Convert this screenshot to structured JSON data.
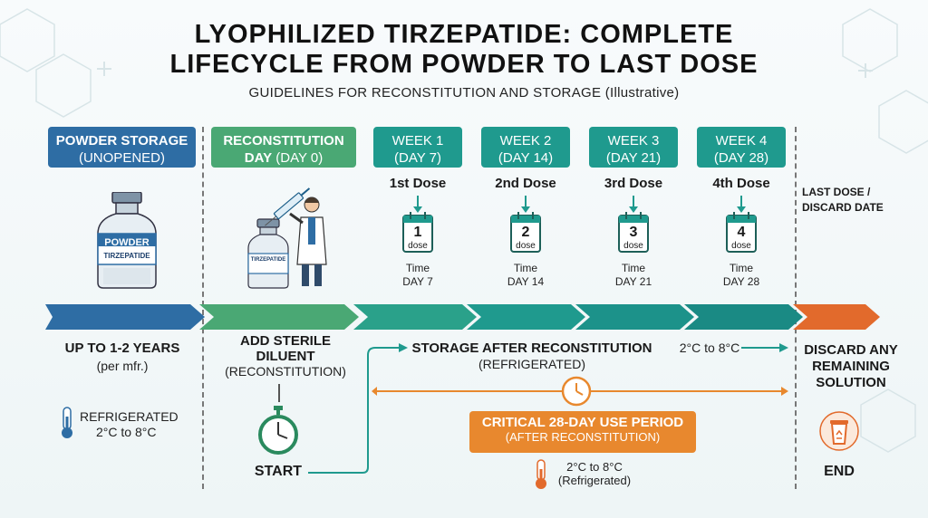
{
  "header": {
    "title_line1": "LYOPHILIZED TIRZEPATIDE: COMPLETE",
    "title_line2": "LIFECYCLE FROM POWDER TO LAST DOSE",
    "subtitle": "GUIDELINES FOR RECONSTITUTION AND STORAGE (Illustrative)"
  },
  "phases": {
    "powder": {
      "line1": "POWDER STORAGE",
      "line2": "(UNOPENED)"
    },
    "recon": {
      "line1": "RECONSTITUTION",
      "line2_bold": "DAY",
      "line2_rest": " (DAY 0)"
    },
    "weeks": [
      {
        "line1": "WEEK 1",
        "line2": "(DAY 7)",
        "dose": "1st Dose",
        "num": "1",
        "unit": "dose",
        "time": "Time",
        "day": "DAY 7"
      },
      {
        "line1": "WEEK 2",
        "line2": "(DAY 14)",
        "dose": "2nd Dose",
        "num": "2",
        "unit": "dose",
        "time": "Time",
        "day": "DAY 14"
      },
      {
        "line1": "WEEK 3",
        "line2": "(DAY 21)",
        "dose": "3rd Dose",
        "num": "3",
        "unit": "dose",
        "time": "Time",
        "day": "DAY 21"
      },
      {
        "line1": "WEEK 4",
        "line2": "(DAY 28)",
        "dose": "4th Dose",
        "num": "4",
        "unit": "dose",
        "time": "Time",
        "day": "DAY 28"
      }
    ],
    "last": {
      "line1": "LAST DOSE /",
      "line2": "DISCARD DATE"
    }
  },
  "vial1": {
    "label1": "POWDER",
    "label2": "TIRZEPATIDE"
  },
  "vial2": {
    "label": "TIRZEPATIDE"
  },
  "powder_info": {
    "years": "UP TO 1-2 YEARS",
    "per": "(per mfr.)",
    "refrig": "REFRIGERATED",
    "temp": "2°C to 8°C"
  },
  "recon_info": {
    "line1": "ADD STERILE",
    "line2": "DILUENT",
    "line3": "(RECONSTITUTION)",
    "start": "START"
  },
  "storage_info": {
    "line1": "STORAGE AFTER RECONSTITUTION",
    "temp": "2°C to 8°C",
    "line2": "(REFRIGERATED)",
    "critical1": "CRITICAL 28-DAY USE PERIOD",
    "critical2": "(AFTER RECONSTITUTION)",
    "therm_temp": "2°C to 8°C",
    "therm_note": "(Refrigerated)"
  },
  "end_info": {
    "line1": "DISCARD ANY",
    "line2": "REMAINING",
    "line3": "SOLUTION",
    "end": "END"
  },
  "colors": {
    "blue": "#2e6da4",
    "green": "#4aa874",
    "teal": "#1f9a8e",
    "orange": "#e8882e",
    "red_orange": "#e26a2c"
  }
}
